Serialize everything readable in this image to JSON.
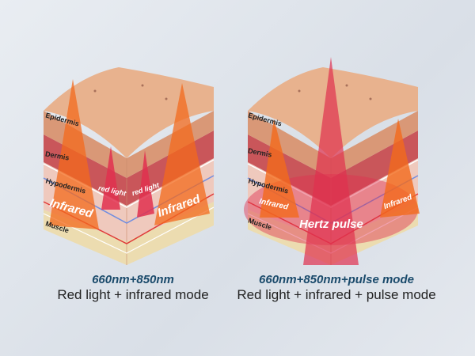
{
  "layers": [
    "Epidermis",
    "Dermis",
    "Hypodermis",
    "Muscle"
  ],
  "left_panel": {
    "beam_labels": {
      "infrared": "Infrared",
      "red": "red light"
    },
    "title": "660nm+850nm",
    "subtitle": "Red light + infrared mode"
  },
  "right_panel": {
    "beam_labels": {
      "infrared": "Infrared",
      "pulse": "Hertz pulse"
    },
    "title": "660nm+850nm+pulse mode",
    "subtitle": "Red light + infrared + pulse mode"
  },
  "colors": {
    "infrared": "#f36a1c",
    "red": "#e0304f",
    "title": "#1a4a6b"
  }
}
